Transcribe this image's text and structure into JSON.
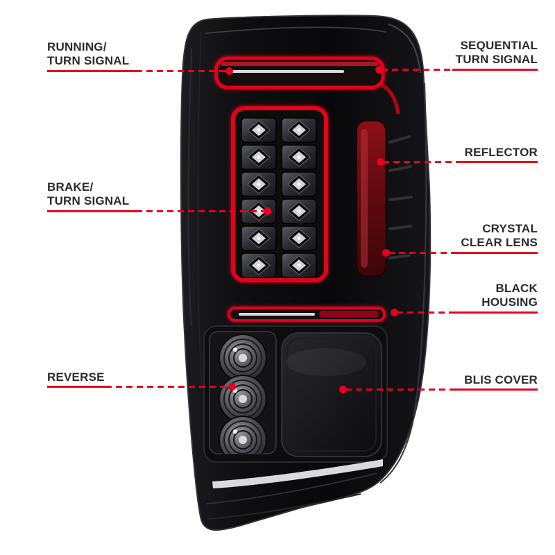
{
  "colors": {
    "accent_red": "#e8001d",
    "label_text": "#2b2b2b",
    "housing_black": "#0b0b0d",
    "background": "#ffffff"
  },
  "labels": {
    "running_turn": "RUNNING/\nTURN SIGNAL",
    "sequential_turn": "SEQUENTIAL\nTURN SIGNAL",
    "reflector": "REFLECTOR",
    "brake_turn": "BRAKE/\nTURN SIGNAL",
    "crystal_clear_lens": "CRYSTAL\nCLEAR LENS",
    "black_housing": "BLACK\nHOUSING",
    "reverse": "REVERSE",
    "blis_cover": "BLIS COVER"
  },
  "diagram": {
    "subject": "led-tail-light-assembly",
    "callout_count": 8
  }
}
